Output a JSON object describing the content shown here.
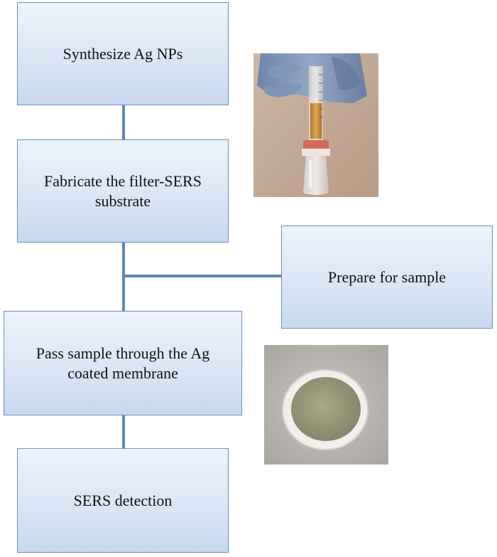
{
  "steps": {
    "synthesize": "Synthesize Ag NPs",
    "fabricate": "Fabricate the filter-SERS substrate",
    "prepare": "Prepare for sample",
    "pass": "Pass sample through the Ag coated membrane",
    "detect": "SERS detection"
  },
  "colors": {
    "box_border": "#6b8fc5",
    "box_fill_top": "#eef3fb",
    "box_fill_bottom": "#c7d8ef",
    "connector": "#5b87c3"
  },
  "photos": {
    "syringe": "syringe-filter-photo",
    "membrane": "membrane-disc-photo"
  }
}
